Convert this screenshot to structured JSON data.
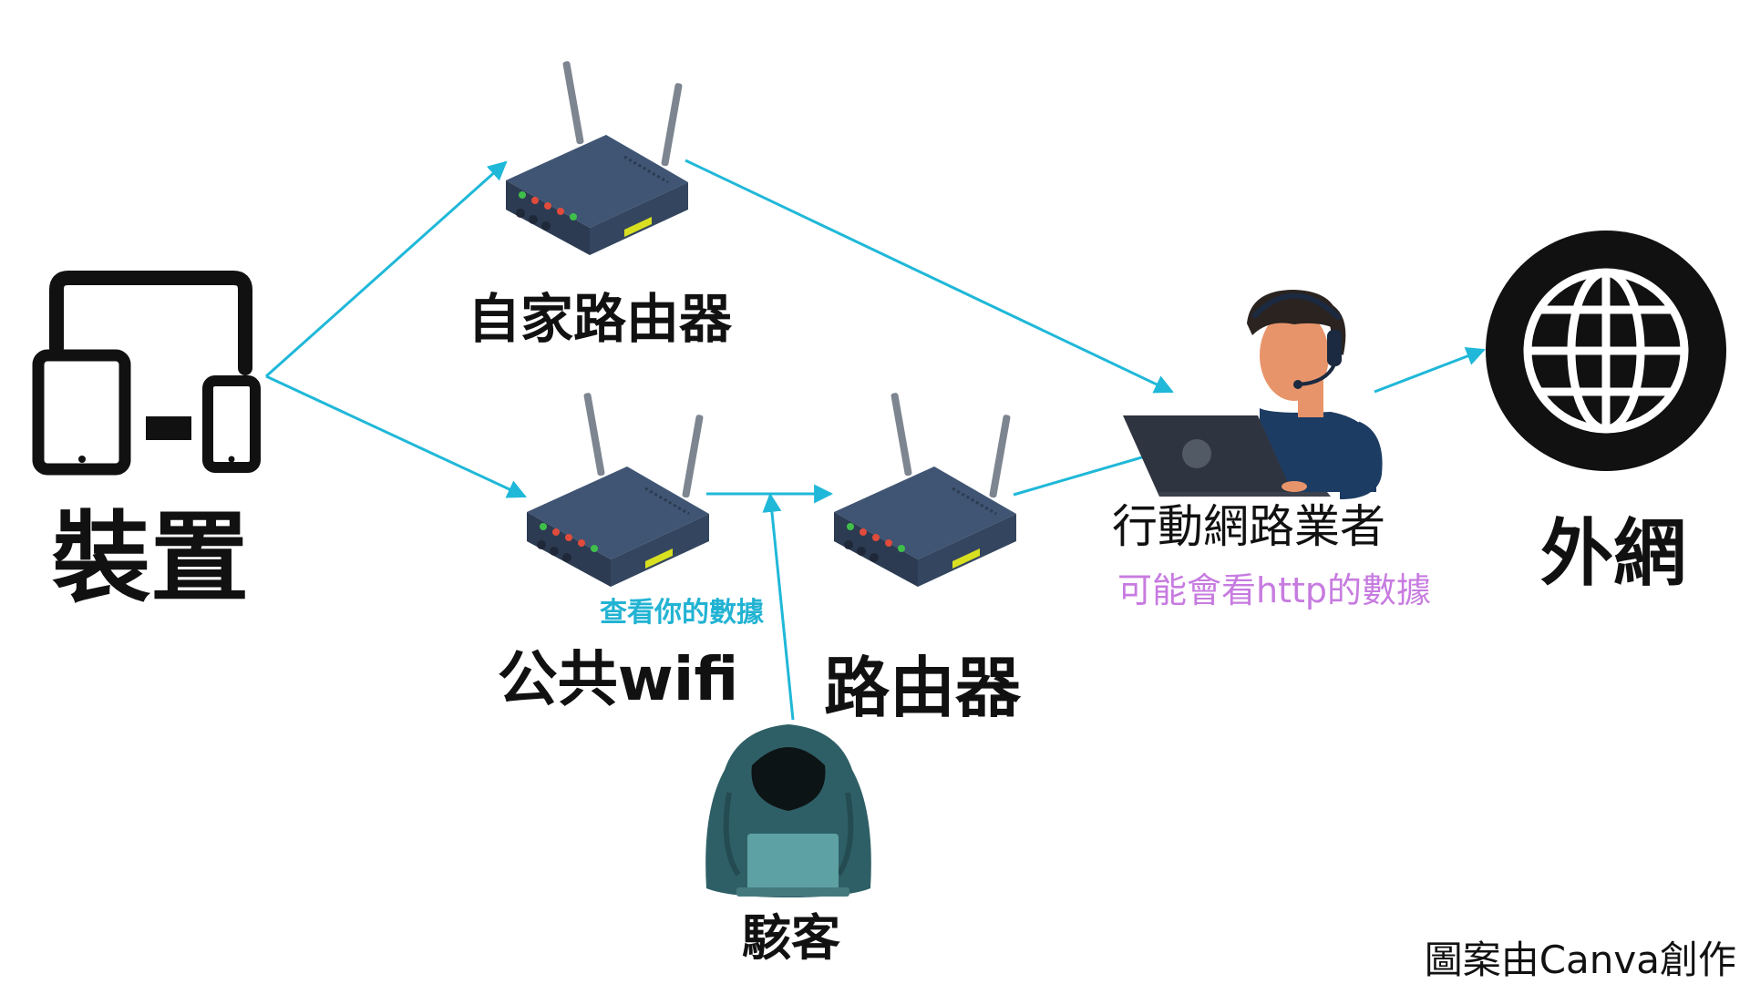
{
  "nodes": {
    "device": {
      "label": "裝置"
    },
    "home_router": {
      "label": "自家路由器"
    },
    "public_wifi": {
      "label": "公共wifi",
      "note": "查看你的數據"
    },
    "router": {
      "label": "路由器"
    },
    "isp": {
      "label": "行動網路業者",
      "note": "可能會看http的數據"
    },
    "internet": {
      "label": "外網"
    },
    "hacker": {
      "label": "駭客"
    }
  },
  "credit": "圖案由Canva創作",
  "colors": {
    "arrow": "#1fb8d8",
    "router_body": "#34465f",
    "router_top": "#3f5573",
    "note_wifi": "#22b3d3",
    "note_isp": "#c77be0",
    "hoodie": "#2f5f66",
    "laptop": "#2f3540",
    "skin": "#e8946a",
    "hair": "#2a2320",
    "shirt": "#1d3c64",
    "black": "#111111"
  }
}
